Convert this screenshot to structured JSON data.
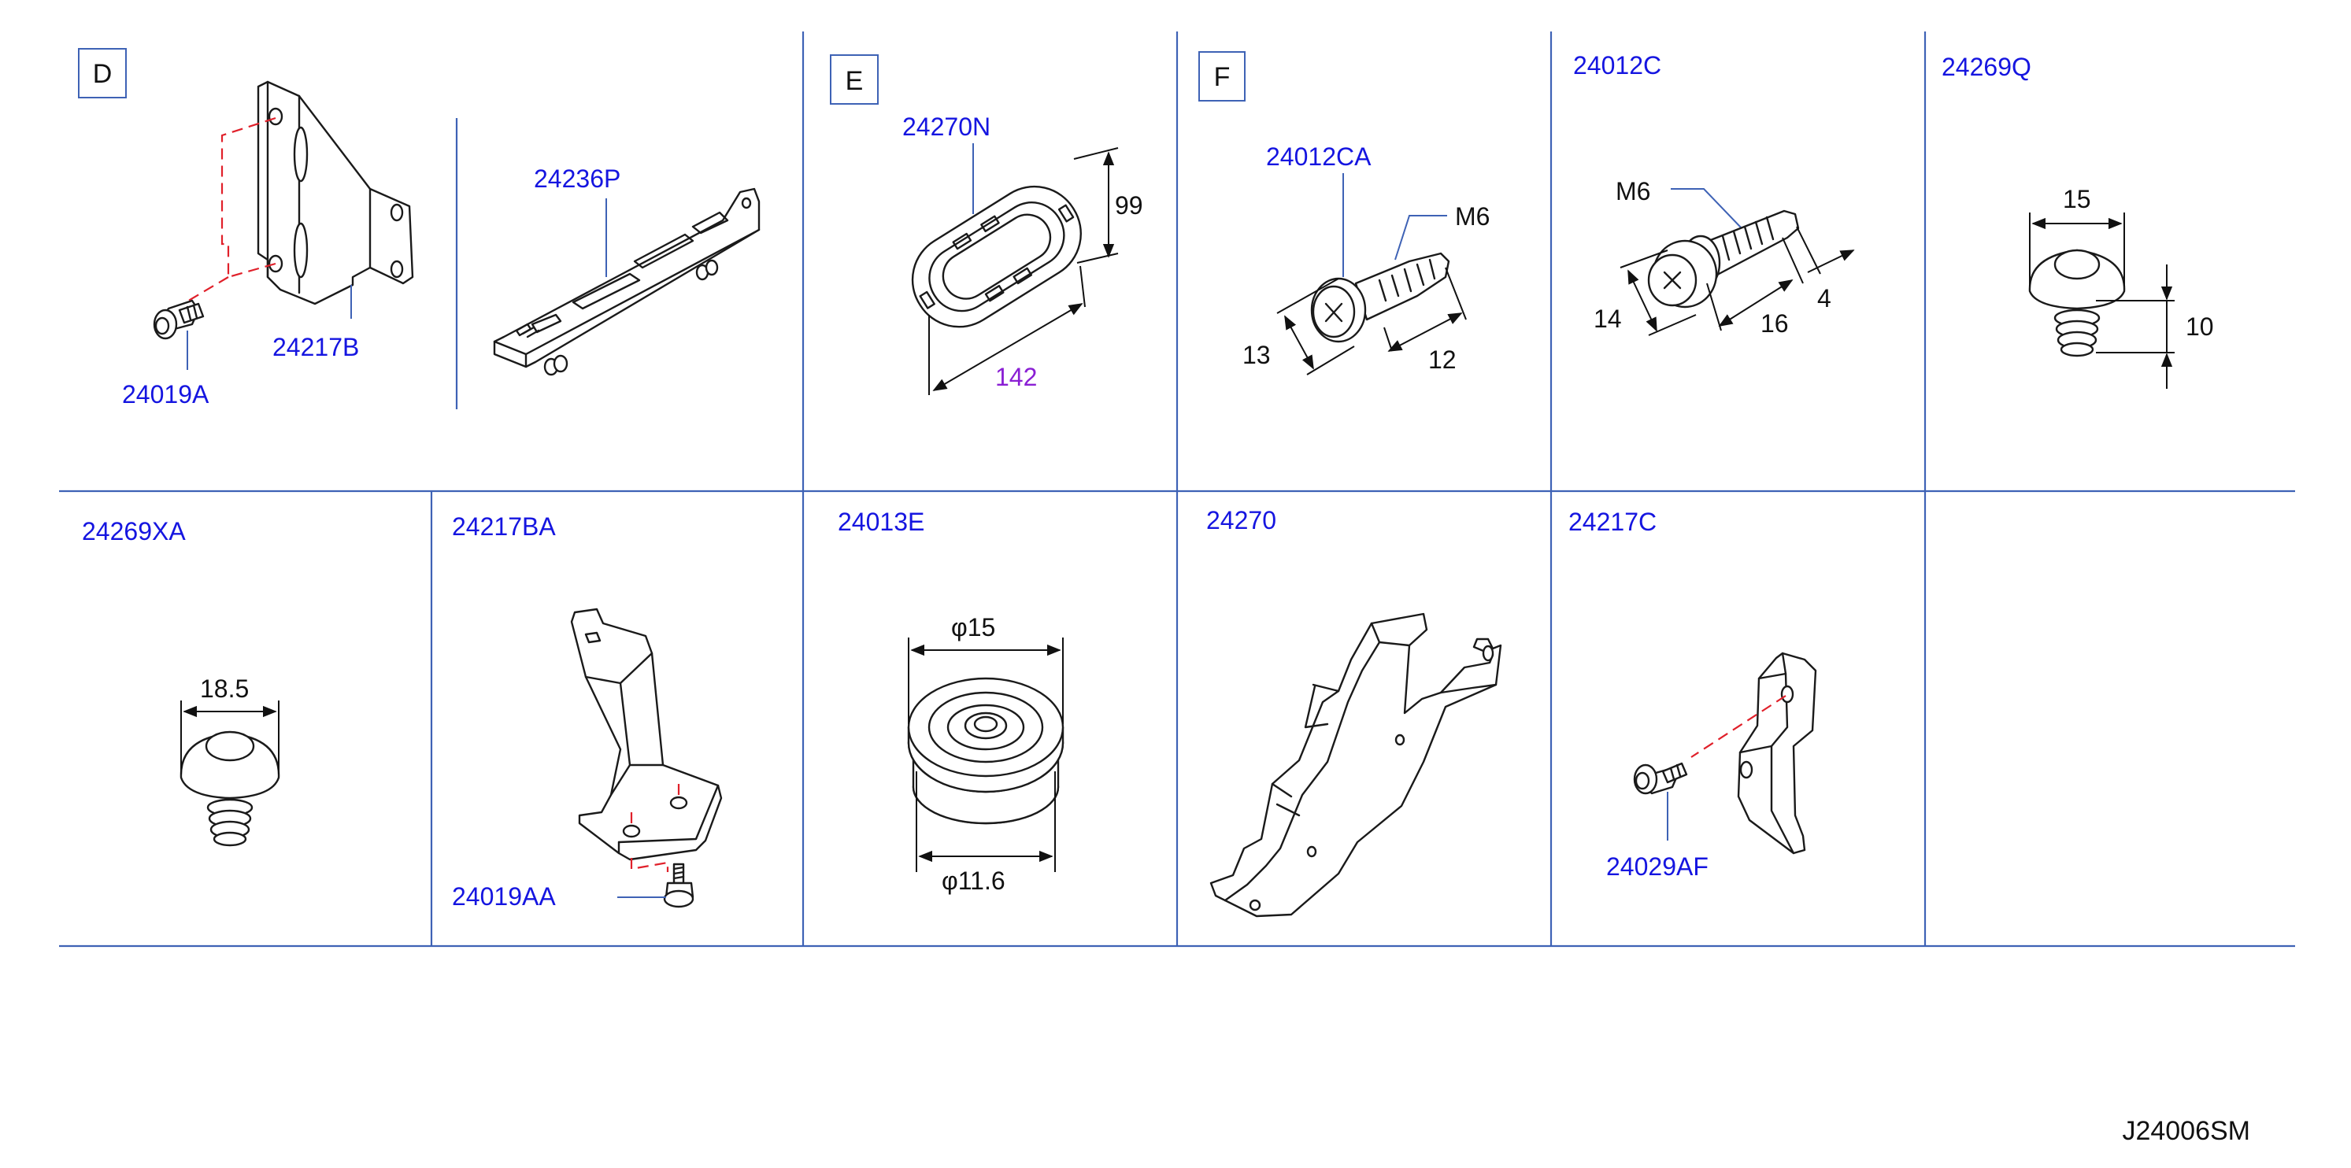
{
  "section_labels": {
    "d": "D",
    "e": "E",
    "f": "F"
  },
  "part_numbers": {
    "p24019A": "24019A",
    "p24217B": "24217B",
    "p24236P": "24236P",
    "p24270N": "24270N",
    "p24012CA": "24012CA",
    "p24012C": "24012C",
    "p24269Q": "24269Q",
    "p24269XA": "24269XA",
    "p24217BA": "24217BA",
    "p24019AA": "24019AA",
    "p24013E": "24013E",
    "p24270": "24270",
    "p24217C": "24217C",
    "p24029AF": "24029AF"
  },
  "dimensions": {
    "e_height": "99",
    "e_length": "142",
    "f_thread": "M6",
    "f_head": "13",
    "f_shank": "12",
    "c_thread": "M6",
    "c_head": "14",
    "c_shank": "16",
    "c_gap": "4",
    "q_width": "15",
    "q_height": "10",
    "xa_width": "18.5",
    "e13_outer": "φ15",
    "e13_inner": "φ11.6"
  },
  "reference_code": "J24006SM",
  "colors": {
    "grid": "#3e62b5",
    "part_number": "#1515e0",
    "dimension": "#111111",
    "highlight_dimension": "#8a1fd4",
    "assembly_dash": "#e0202a"
  }
}
